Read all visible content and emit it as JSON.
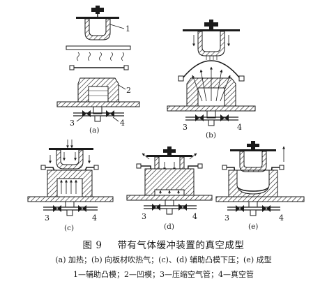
{
  "figure": {
    "panels": [
      {
        "id": "a",
        "label": "(a)"
      },
      {
        "id": "b",
        "label": "(b)"
      },
      {
        "id": "c",
        "label": "(c)"
      },
      {
        "id": "d",
        "label": "(d)"
      },
      {
        "id": "e",
        "label": "(e)"
      }
    ],
    "callouts": {
      "n1": "1",
      "n2": "2",
      "n3": "3",
      "n4": "4"
    }
  },
  "caption": {
    "figure_number": "图   9",
    "title": "带有气体缓冲装置的真空成型",
    "steps": "(a) 加热；(b) 向板材吹热气；(c)、(d) 辅助凸模下压；(e) 成型",
    "legend": "1—辅助凸模；2—凹模；3—压缩空气管；4—真空管"
  },
  "colors": {
    "line": "#1a1a1a",
    "hatch": "#1a1a1a",
    "background": "#ffffff"
  }
}
